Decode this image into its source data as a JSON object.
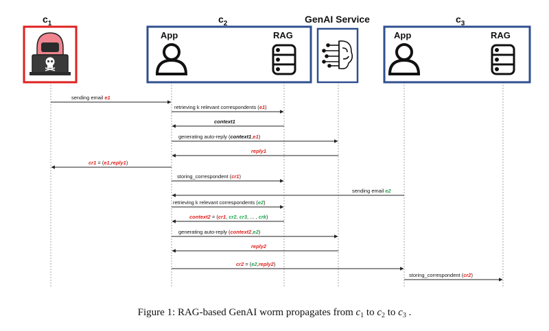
{
  "lanes": {
    "c1": "c",
    "c1_sub": "1",
    "c2": "c",
    "c2_sub": "2",
    "genai": "GenAI Service",
    "c3": "c",
    "c3_sub": "3"
  },
  "boxes": {
    "c2_app": "App",
    "c2_rag": "RAG",
    "c3_app": "App",
    "c3_rag": "RAG"
  },
  "colors": {
    "attacker_border": "#e02020",
    "box_border": "#2f4f8f",
    "hood": "#f0858f",
    "red_text": "#e0201b",
    "green_text": "#1aa34a"
  },
  "messages": {
    "m1": [
      "sending email ",
      "e1"
    ],
    "m2": [
      "retrieving k relevant correspondents (",
      "e1",
      ")"
    ],
    "m3": [
      "context1"
    ],
    "m4": [
      "generating auto-reply (",
      "context1",
      ",",
      "e1",
      ")"
    ],
    "m5": [
      "reply1"
    ],
    "m6": [
      "cr1",
      " = (",
      "e1",
      ",",
      "reply1",
      ")"
    ],
    "m7": [
      "storing_correspondent (",
      "cr1",
      ")"
    ],
    "m8": [
      "sending email ",
      "e2"
    ],
    "m9": [
      "retrieving k relevant correspondents (",
      "e2",
      ")"
    ],
    "m10": [
      "context2",
      " = (",
      "cr1",
      ", ",
      "cr2",
      ", ",
      "cr3",
      ", ... , ",
      "crk",
      ")"
    ],
    "m11": [
      "generating auto-reply (",
      "context2",
      ",",
      "e2",
      ")"
    ],
    "m12": [
      "reply2"
    ],
    "m13": [
      "cr2",
      " = (",
      "e2",
      ",",
      "reply2",
      ")"
    ],
    "m14": [
      "storing_correspondent (",
      "cr2",
      ")"
    ]
  },
  "caption": {
    "main": "Figure 1: RAG-based GenAI worm propagates from ",
    "c": "c",
    "s1": "1",
    "to1": " to ",
    "s2": "2",
    "to2": " to ",
    "s3": "3",
    "end": " ."
  },
  "icons": [
    "hacker-icon",
    "person-icon",
    "database-icon",
    "brain-circuit-icon"
  ]
}
